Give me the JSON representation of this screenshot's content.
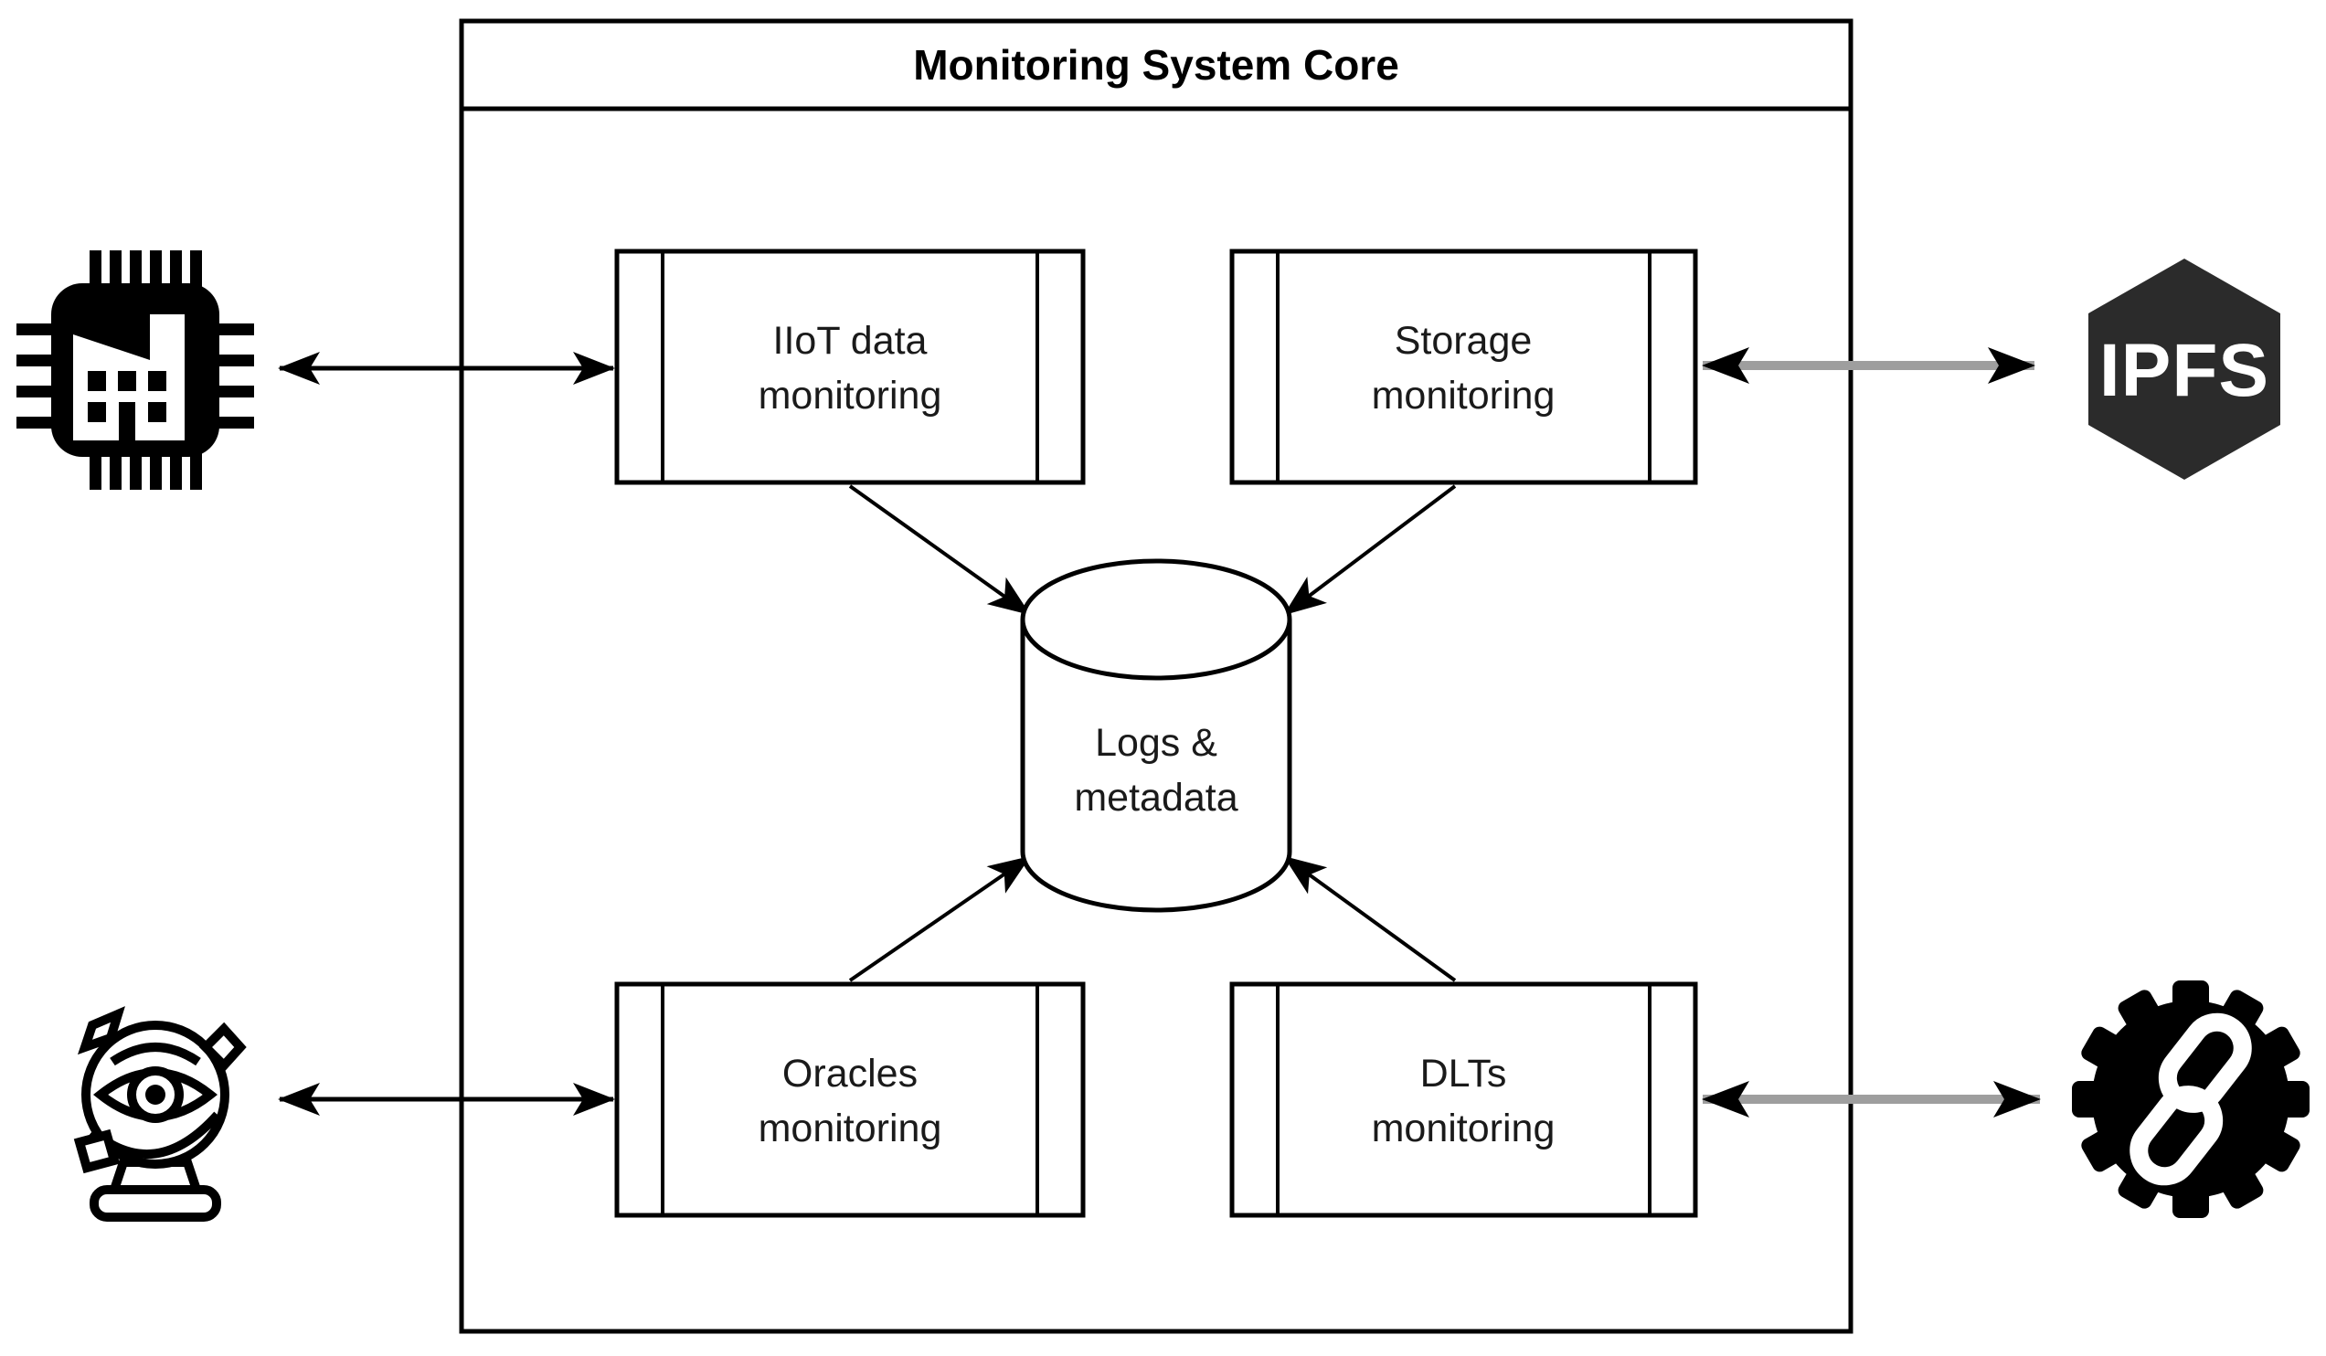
{
  "title": "Monitoring System Core",
  "boxes": {
    "iiot": {
      "line1": "IIoT data",
      "line2": "monitoring"
    },
    "storage": {
      "line1": "Storage",
      "line2": "monitoring"
    },
    "oracles": {
      "line1": "Oracles",
      "line2": "monitoring"
    },
    "dlts": {
      "line1": "DLTs",
      "line2": "monitoring"
    }
  },
  "database": {
    "line1": "Logs &",
    "line2": "metadata"
  },
  "external": {
    "ipfs_label": "IPFS"
  },
  "icons": [
    {
      "name": "iiot-chip-factory-icon"
    },
    {
      "name": "ipfs-hexagon-icon"
    },
    {
      "name": "oracle-crystal-ball-eye-icon"
    },
    {
      "name": "blockchain-gear-chainlink-icon"
    }
  ],
  "colors": {
    "line": "#000000",
    "text": "#1a1a1a",
    "gray_arrow": "#9e9e9e",
    "ipfs_bg": "#2b2b2b"
  }
}
